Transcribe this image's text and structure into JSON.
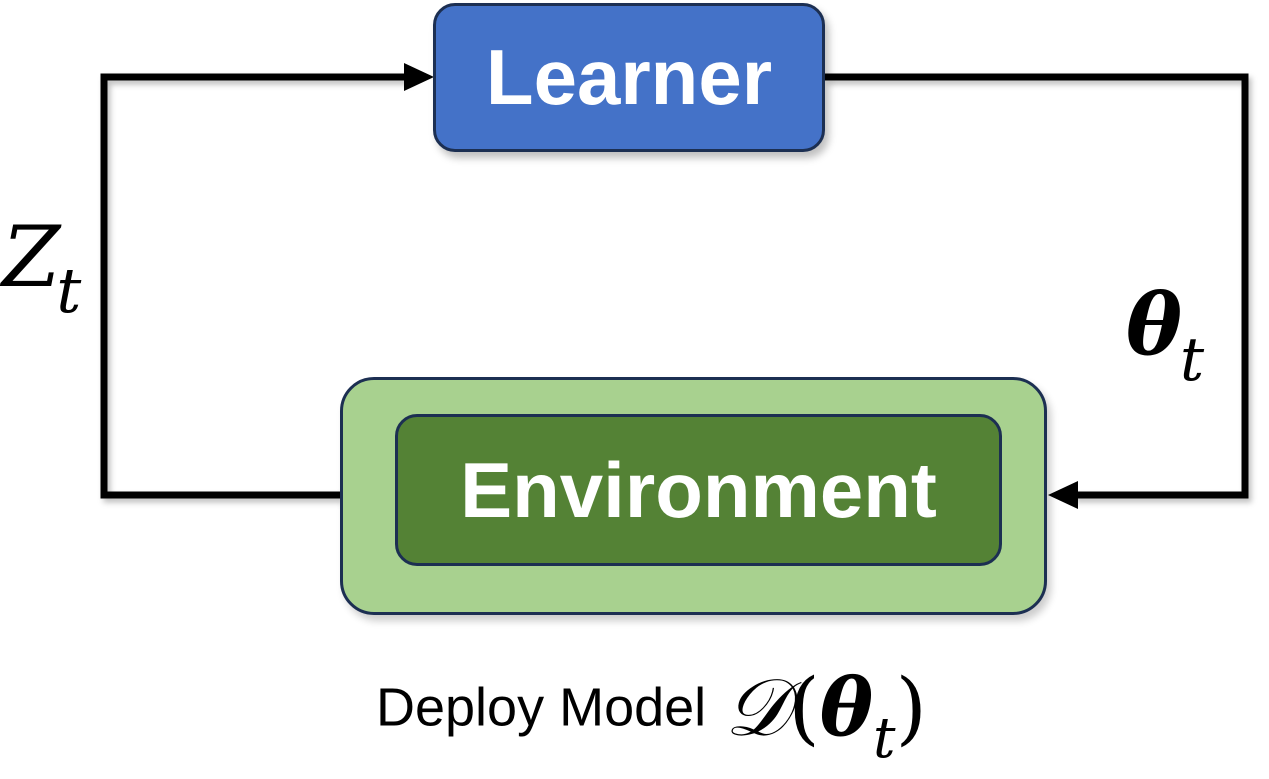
{
  "diagram": {
    "learner": {
      "label": "Learner"
    },
    "environment": {
      "label": "Environment"
    },
    "edges": {
      "feedback": {
        "symbol": "Z",
        "subscript": "t"
      },
      "parameters": {
        "symbol": "θ",
        "subscript": "t"
      }
    },
    "caption": {
      "text": "Deploy Model",
      "math_func": "𝒟",
      "open_paren": "(",
      "symbol": "θ",
      "subscript": "t",
      "close_paren": ")"
    }
  },
  "colors": {
    "learner_fill": "#4472c8",
    "env_outer_fill": "#a8d18f",
    "env_inner_fill": "#548235",
    "border": "#1c2f52",
    "arrow": "#000000"
  }
}
